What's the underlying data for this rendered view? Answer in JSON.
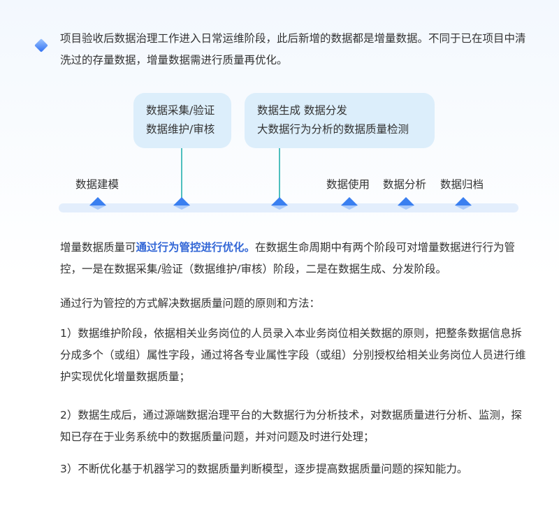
{
  "intro": "项目验收后数据治理工作进入日常运维阶段，此后新增的数据都是增量数据。不同于已在项目中清洗过的存量数据，增量数据需进行质量再优化。",
  "diagram": {
    "box1_lines": [
      "数据采集/验证",
      "数据维护/审核"
    ],
    "box2_lines": [
      "数据生成 数据分发",
      "大数据行为分析的数据质量检测"
    ],
    "stages": {
      "modeling": "数据建模",
      "usage": "数据使用",
      "analysis": "数据分析",
      "archive": "数据归档"
    }
  },
  "quality": {
    "prefix": "增量数据质量可",
    "highlight": "通过行为管控进行优化。",
    "suffix": "在数据生命周期中有两个阶段可对增量数据进行行为管控，一是在数据采集/验证（数据维护/审核）阶段，二是在数据生成、分发阶段。"
  },
  "principles_heading": "通过行为管控的方式解决数据质量问题的原则和方法：",
  "items": [
    "1）数据维护阶段，依据相关业务岗位的人员录入本业务岗位相关数据的原则，把整条数据信息拆分成多个（或组）属性字段，通过将各专业属性字段（或组）分别授权给相关业务岗位人员进行维护实现优化增量数据质量；",
    "2）数据生成后，通过源端数据治理平台的大数据行为分析技术，对数据质量进行分析、监测，探知已存在于业务系统中的数据质量问题，并对问题及时进行处理；",
    "3）不断优化基于机器学习的数据质量判断模型，逐步提高数据质量问题的探知能力。"
  ]
}
